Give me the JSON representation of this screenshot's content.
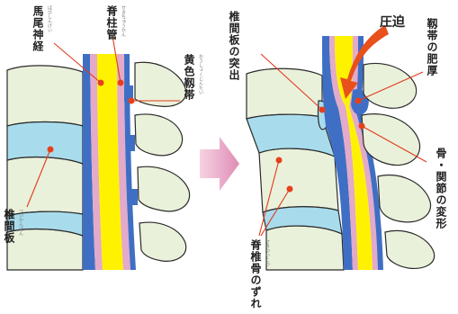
{
  "labels": {
    "cauda_equina": "馬尾神経",
    "cauda_equina_ruby": "ばびしんけい",
    "spinal_canal": "脊柱管",
    "spinal_canal_ruby": "せきちゅうかん",
    "ligamentum_flavum": "黄色靱帯",
    "ligamentum_flavum_ruby": "おうしょくじんたい",
    "intervertebral_disc": "椎間板",
    "intervertebral_disc_ruby": "ついかんばん",
    "disc_protrusion": "椎間板の突出",
    "compression": "圧迫",
    "ligament_thickening": "靱帯の肥厚",
    "bone_joint_deformity": "骨・関節の変形",
    "spondylolisthesis": "脊椎骨のずれ",
    "spondylolisthesis_ruby": "せきついこつ"
  },
  "colors": {
    "bone": "#eaf1db",
    "bone_outline": "#2b2b2b",
    "disc": "#a8dcec",
    "nerve": "#fff200",
    "dura": "#e3aac9",
    "ligament": "#3f6fc4",
    "arrow_compression": "#e8501c",
    "arrow_transition": "#e8a8c4",
    "marker": "#e8401c",
    "leader": "#e03a1a"
  }
}
